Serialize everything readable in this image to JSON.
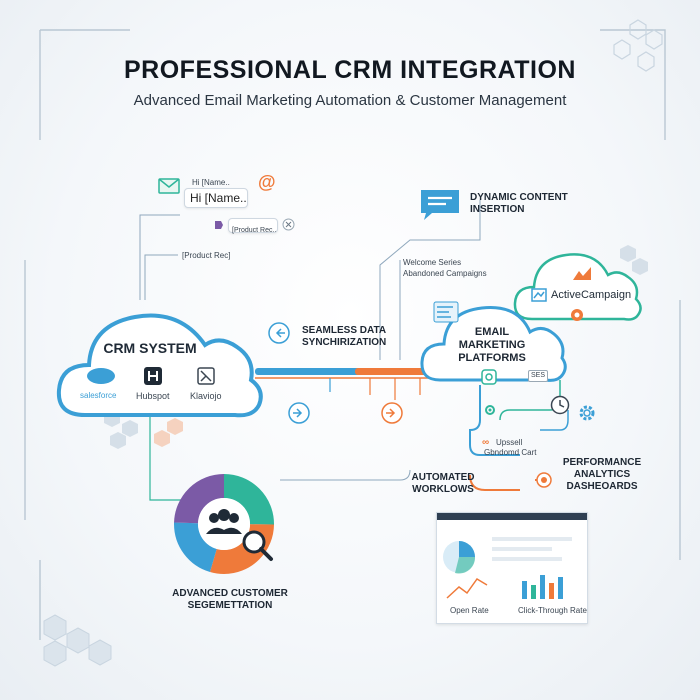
{
  "header": {
    "title": "PROFESSIONAL CRM INTEGRATION",
    "subtitle": "Advanced Email Marketing Automation & Customer Management"
  },
  "email_card": {
    "tag": "Hi [Name..",
    "greeting": "Hi [Name..",
    "product_chip": "[Product Rec..",
    "product_label": "[Product Rec]"
  },
  "crm": {
    "title": "CRM SYSTEM",
    "logos": [
      {
        "brand": "salesforce",
        "label": "salesforce"
      },
      {
        "brand": "hubspot",
        "label": "Hubspot"
      },
      {
        "brand": "klaviyo",
        "label": "Klaviojo"
      }
    ]
  },
  "sync": {
    "label": "SEAMLESS DATA SYNCHIRIZATION"
  },
  "dynamic": {
    "label": "DYNAMIC CONTENT INSERTION"
  },
  "campaigns": {
    "line1": "Welcome Series",
    "line2": "Abandoned Campaigns"
  },
  "active_campaign": {
    "label": "ActiveCampaign"
  },
  "email_platforms": {
    "label": "EMAIL MARKETING PLATFORMS",
    "badge": "SES"
  },
  "workflows": {
    "label": "AUTOMATED WORKLOWS",
    "upsell": "Upssell",
    "cart": "Gbndomd Cart"
  },
  "analytics": {
    "label": "PERFORMANCE ANALYTICS DASHEOARDS",
    "open_rate": "Open Rate",
    "ctr": "Click-Through Rate"
  },
  "segmentation": {
    "label": "ADVANCED CUSTOMER SEGEMETTATION"
  },
  "colors": {
    "blue": "#3b9fd6",
    "orange": "#ef7a3a",
    "teal": "#2fb59a",
    "purple": "#7b5aa6",
    "dark": "#1f2a36"
  }
}
